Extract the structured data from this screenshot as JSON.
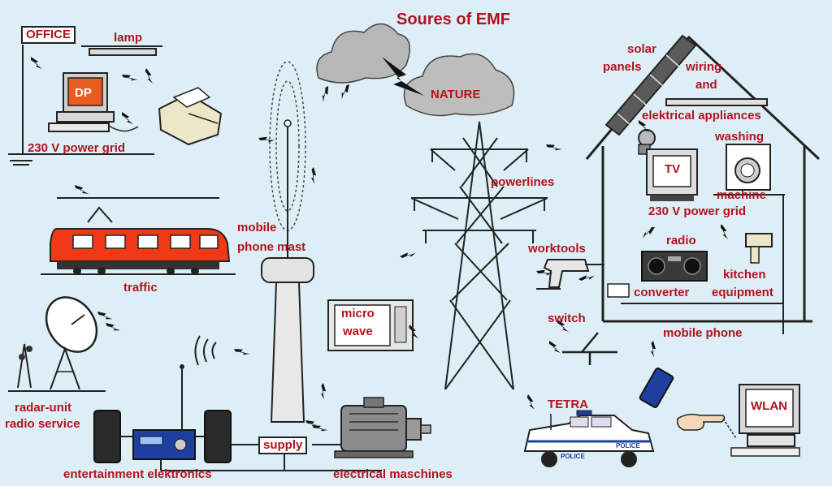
{
  "title": "Soures of EMF",
  "labels": {
    "office": "OFFICE",
    "lamp": "lamp",
    "dp": "DP",
    "power_grid_office": "230 V power grid",
    "traffic": "traffic",
    "mobile_phone_mast_line1": "mobile",
    "mobile_phone_mast_line2": "phone  mast",
    "nature": "NATURE",
    "powerlines": "powerlines",
    "solar_panels_line1": "solar",
    "solar_panels_line2": "panels",
    "wiring_line1": "wiring",
    "wiring_line2": "and",
    "electrical_appliances": "elektrical appliances",
    "washing": "washing",
    "tv": "TV",
    "machine": "machine",
    "power_grid_house": "230 V power grid",
    "radio": "radio",
    "kitchen": "kitchen",
    "equipment": "equipment",
    "converter": "converter",
    "worktools": "worktools",
    "switch": "switch",
    "mobile_phone": "mobile phone",
    "microwave_line1": "micro",
    "microwave_line2": "wave",
    "radar_line1": "radar-unit",
    "radar_line2": "radio service",
    "supply": "supply",
    "entertainment_electronics": "entertainment  elektronics",
    "electrical_machines": "electrical maschines",
    "tetra": "TETRA",
    "police": "POLICE",
    "wlan": "WLAN"
  },
  "colors": {
    "background": "#ddeef6",
    "label": "#b3121d",
    "train": "#f03a17",
    "radio_device": "#1f3f9e"
  },
  "icons": [
    "lightning-icon",
    "cloud-icon",
    "pylon-icon",
    "tower-icon",
    "house-icon",
    "train-icon",
    "radar-dish-icon",
    "car-icon",
    "computer-icon",
    "printer-icon",
    "motor-icon",
    "microwave-icon",
    "tv-icon",
    "washing-machine-icon",
    "radio-icon",
    "drill-icon",
    "switch-icon",
    "mobile-phone-icon",
    "hand-icon"
  ]
}
